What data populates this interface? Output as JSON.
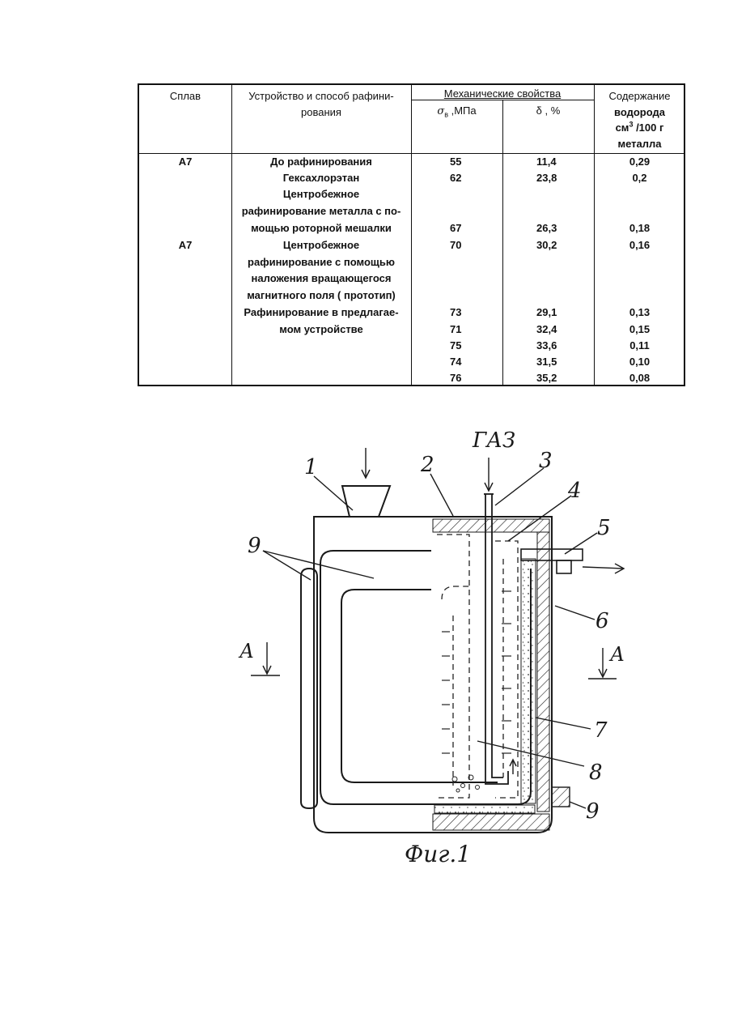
{
  "table": {
    "headers": {
      "alloy": "Сплав",
      "method_line1": "Устройство и способ рафини-",
      "method_line2": "рования",
      "mech": "Механические свойства",
      "sigma_symbol": "σ",
      "sigma_sub": "в",
      "sigma_unit": " ,МПа",
      "delta": "δ , %",
      "hydrogen_line1": "Содержание",
      "hydrogen_line2": "водорода",
      "hydrogen_line3_unit": "см",
      "hydrogen_line3_sup": "3",
      "hydrogen_line3_rest": " /100 г",
      "hydrogen_line4": "металла"
    },
    "alloys": [
      "А7",
      "А7"
    ],
    "methods": [
      "До  рафинирования",
      "Гексахлорэтан",
      "Центробежное",
      "рафинирование металла с по-",
      "мощью роторной мешалки",
      "Центробежное",
      "рафинирование  с помощью",
      "наложения вращающегося",
      "магнитного поля ( прототип)",
      "Рафинирование в предлагае-",
      "мом устройстве"
    ],
    "sigma": [
      "55",
      "62",
      "67",
      "70",
      "73",
      "71",
      "75",
      "74",
      "76"
    ],
    "delta": [
      "11,4",
      "23,8",
      "26,3",
      "30,2",
      "29,1",
      "32,4",
      "33,6",
      "31,5",
      "35,2"
    ],
    "hydrogen": [
      "0,29",
      "0,2",
      "0,18",
      "0,16",
      "0,13",
      "0,15",
      "0,11",
      "0,10",
      "0,08"
    ]
  },
  "figure": {
    "gas_label": "ГАЗ",
    "caption": "Фиг.1",
    "section_label": "А",
    "callouts": [
      "1",
      "2",
      "3",
      "4",
      "5",
      "6",
      "7",
      "8",
      "9",
      "9"
    ]
  }
}
